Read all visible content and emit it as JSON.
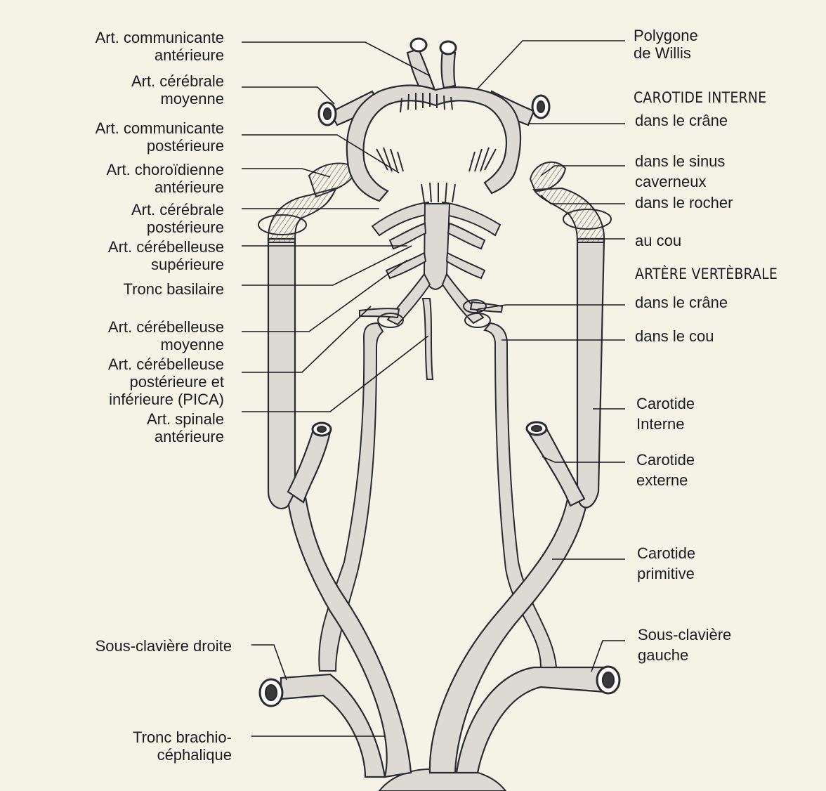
{
  "colors": {
    "background": "#f5f3e6",
    "vessel_fill": "#dcdad2",
    "vessel_stroke": "#2a2a33",
    "text": "#1b1b22"
  },
  "labels_left": {
    "comm_ant": [
      "Art. communicante",
      "antérieure"
    ],
    "cereb_moy": [
      "Art. cérébrale",
      "moyenne"
    ],
    "comm_post": [
      "Art. communicante",
      "postérieure"
    ],
    "choroid": [
      "Art. choroïdienne",
      "antérieure"
    ],
    "cereb_post": [
      "Art. cérébrale",
      "postérieure"
    ],
    "cerebell_sup": [
      "Art. cérébelleuse",
      "supérieure"
    ],
    "tronc_bas": [
      "Tronc basilaire"
    ],
    "cerebell_moy": [
      "Art. cérébelleuse",
      "moyenne"
    ],
    "pica": [
      "Art. cérébelleuse",
      "postérieure et",
      "inférieure (PICA)"
    ],
    "spinale": [
      "Art. spinale",
      "antérieure"
    ],
    "sous_clav_d": [
      "Sous-clavière droite"
    ],
    "tronc_brach": [
      "Tronc brachio-",
      "céphalique"
    ]
  },
  "labels_right": {
    "polygone": [
      "Polygone",
      "de Willis"
    ],
    "carotide_interne_title": "CAROTIDE INTERNE",
    "crane": "dans le crâne",
    "sinus": [
      "dans le sinus",
      "caverneux"
    ],
    "rocher": "dans le rocher",
    "cou": "au cou",
    "vertebrale_title": "ARTÈRE VERTÈBRALE",
    "vert_crane": "dans le crâne",
    "vert_cou": "dans le cou",
    "car_int": [
      "Carotide",
      "Interne"
    ],
    "car_ext": [
      "Carotide",
      "externe"
    ],
    "car_prim": [
      "Carotide",
      "primitive"
    ],
    "sous_clav_g": [
      "Sous-clavière",
      "gauche"
    ]
  }
}
